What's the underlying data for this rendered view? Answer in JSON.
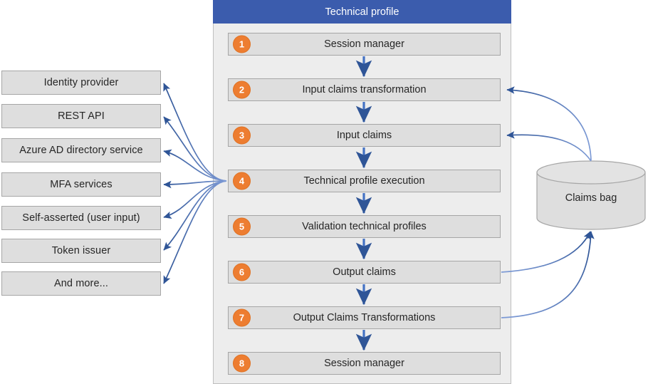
{
  "panel": {
    "title": "Technical profile",
    "header_color": "#3B5CAD",
    "background_color": "#EDEDED"
  },
  "theme": {
    "box_fill": "#DEDEDE",
    "box_border": "#A6A6A6",
    "badge_color": "#ED7D31",
    "arrow_color": "#4472C4",
    "arrow_dark_color": "#2F5597",
    "text_color": "#262626"
  },
  "sources": {
    "items": [
      {
        "label": "Identity provider"
      },
      {
        "label": "REST API"
      },
      {
        "label": "Azure AD directory service"
      },
      {
        "label": "MFA services"
      },
      {
        "label": "Self-asserted (user input)"
      },
      {
        "label": "Token issuer"
      },
      {
        "label": "And more..."
      }
    ]
  },
  "steps": [
    {
      "number": "1",
      "label": "Session manager"
    },
    {
      "number": "2",
      "label": "Input claims transformation"
    },
    {
      "number": "3",
      "label": "Input claims"
    },
    {
      "number": "4",
      "label": "Technical profile execution"
    },
    {
      "number": "5",
      "label": "Validation technical profiles"
    },
    {
      "number": "6",
      "label": "Output claims"
    },
    {
      "number": "7",
      "label": "Output Claims Transformations"
    },
    {
      "number": "8",
      "label": "Session manager"
    }
  ],
  "datastore": {
    "label": "Claims bag"
  }
}
